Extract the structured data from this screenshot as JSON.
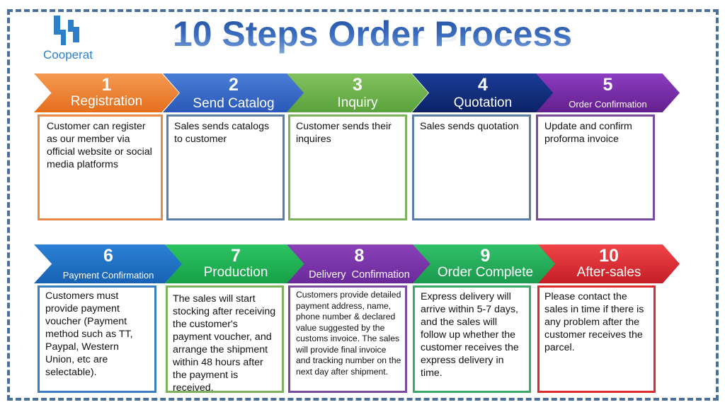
{
  "brand": {
    "logo_icon": "cooperat-logo-icon",
    "name": "Cooperat",
    "color": "#2d7fc8"
  },
  "title": "10 Steps Order Process",
  "colors": {
    "frame_border": "#4a6f98",
    "title": "#2a5aa8"
  },
  "steps": [
    {
      "number": "1",
      "label": "Registration",
      "color": "#ee7d2c",
      "border": "#e8894a",
      "description": "Customer can register as our member via official website or social media platforms"
    },
    {
      "number": "2",
      "label": "Send Catalog",
      "color": "#3566c4",
      "border": "#5a7ea8",
      "description": "Sales sends catalogs to customer"
    },
    {
      "number": "3",
      "label": "Inquiry",
      "color": "#6bb24a",
      "border": "#7cb35a",
      "description": "Customer sends their inquires"
    },
    {
      "number": "4",
      "label": "Quotation",
      "color": "#102c7a",
      "border": "#5a7ea8",
      "description": "Sales sends quotation"
    },
    {
      "number": "5",
      "label": "Order Confirmation",
      "color": "#7a2ea8",
      "border": "#7a4aa0",
      "description": "Update and confirm proforma invoice"
    },
    {
      "number": "6",
      "label": "Payment Confirmation",
      "color": "#1f72c4",
      "border": "#3a7ec0",
      "description": "Customers must provide payment voucher (Payment method such as TT, Paypal, Western Union, etc are selectable)."
    },
    {
      "number": "7",
      "label": "Production",
      "color": "#1fae52",
      "border": "#7cb35a",
      "description": "The sales will start stocking after receiving the customer's payment voucher, and arrange the shipment within 48 hours after the payment is received."
    },
    {
      "number": "8",
      "label": "Delivery  Confirmation",
      "color": "#7a34a8",
      "border": "#7a4aa0",
      "description": "Customers provide detailed payment address, name, phone number & declared value suggested by the customs invoice. The sales will provide final invoice and tracking number on the next day after shipment."
    },
    {
      "number": "9",
      "label": "Order Complete",
      "color": "#22a458",
      "border": "#3aaa64",
      "description": "Express delivery will arrive within 5-7 days, and the sales will follow up whether the customer receives the express delivery in time."
    },
    {
      "number": "10",
      "label": "After-sales",
      "color": "#d8272e",
      "border": "#dd2a2a",
      "description": "Please contact the sales in time if there is any problem after the customer receives the parcel."
    }
  ]
}
